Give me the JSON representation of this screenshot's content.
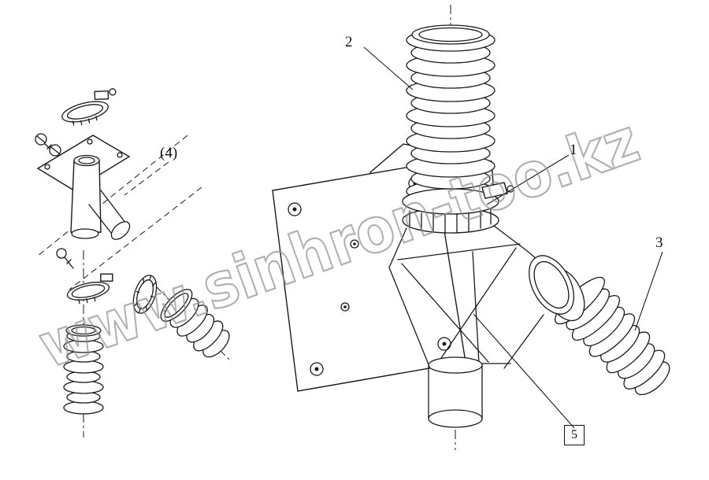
{
  "diagram": {
    "watermark": "www.sinhron-too.kz",
    "background": "#ffffff",
    "line_color": "#1a1a1a",
    "watermark_color": "#8f8f8f",
    "labels": {
      "part1": "1",
      "part2": "2",
      "part3": "3",
      "part4": "(4)",
      "part5": "5"
    }
  }
}
